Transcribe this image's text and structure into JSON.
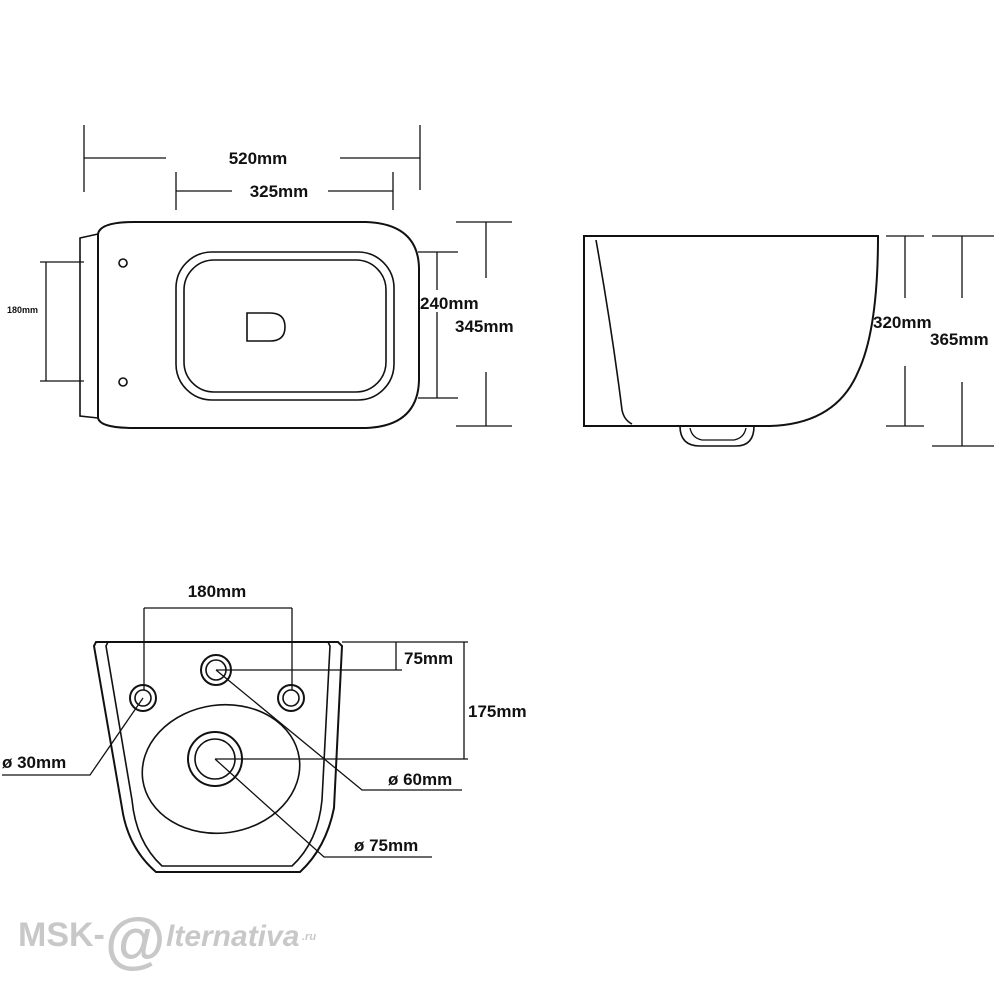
{
  "top_view": {
    "width_total": "520mm",
    "width_inner": "325mm",
    "depth_bowl": "240mm",
    "depth_total": "345mm",
    "mount_spacing": "180mm"
  },
  "side_view": {
    "height_bowl": "320mm",
    "height_total": "365mm"
  },
  "back_view": {
    "hole_spacing": "180mm",
    "top_offset": "75mm",
    "outlet_offset": "175mm",
    "mount_hole_diameter": "ø 30mm",
    "inlet_diameter": "ø 60mm",
    "outlet_diameter": "ø 75mm"
  },
  "watermark": {
    "prefix": "MSK-",
    "at_symbol": "@",
    "suffix": "lternativa",
    "tld": ".ru"
  },
  "colors": {
    "line": "#111111",
    "watermark": "#c8c8c8"
  }
}
